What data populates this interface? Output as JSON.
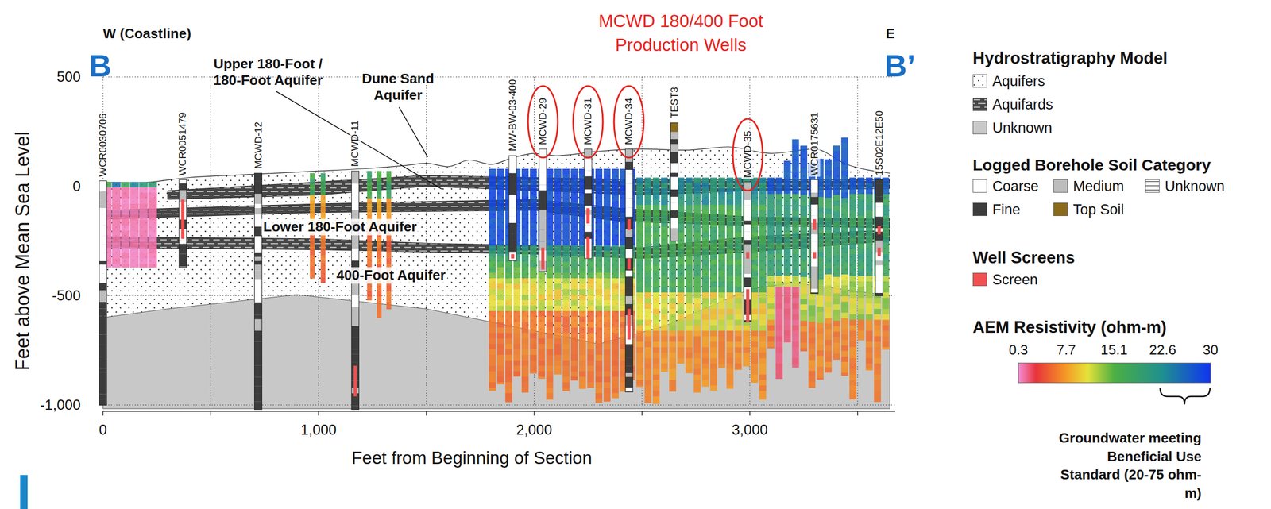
{
  "diagram": {
    "nodes": [
      {
        "text": [
          "MCWD-29"
        ]
      },
      {
        "text": [
          "MCWD-31"
        ]
      },
      {
        "text": [
          "MCWD-34"
        ]
      },
      {
        "text": [
          "MCWD-35"
        ]
      }
    ],
    "labels": [
      "W (Coastline)",
      "E",
      "B",
      "B’",
      "MCWD 180/400 Foot Production Wells",
      "Upper 180-Foot / 180-Foot Aquifer",
      "Dune Sand Aquifer",
      "Lower 180-Foot Aquifer",
      "400-Foot Aquifer",
      "WCR0030706",
      "WCR0051479",
      "MCWD-12",
      "MCWD-11",
      "MW-BW-03-400",
      "TEST3",
      "WCR0175631",
      "15S02E12E50",
      "Feet above Mean Sea Level",
      "500",
      "0",
      "-500",
      "-1,000",
      "0",
      "1,000",
      "2,000",
      "3,000",
      "Feet from Beginning of Section",
      "Hydrostratigraphy Model",
      "Logged Borehole Soil Category",
      "Well Screens",
      "AEM Resistivity (ohm-m)",
      "0.3",
      "7.7",
      "15.1",
      "22.6",
      "30",
      "Groundwater meeting Beneficial Use Standard (20-75 ohm-m)"
    ],
    "legend": [
      {
        "text": "Aquifers"
      },
      {
        "text": "Aquifards"
      },
      {
        "text": "Unknown",
        "color": "#c8c8c8"
      },
      {
        "text": "Coarse",
        "color": "#ffffff"
      },
      {
        "text": "Medium",
        "color": "#bdbdbd"
      },
      {
        "text": "Unknown"
      },
      {
        "text": "Fine",
        "color": "#3c3c3c"
      },
      {
        "text": "Top Soil",
        "color": "#8b6a1a"
      },
      {
        "text": "Screen",
        "color": "#f05050"
      }
    ]
  }
}
